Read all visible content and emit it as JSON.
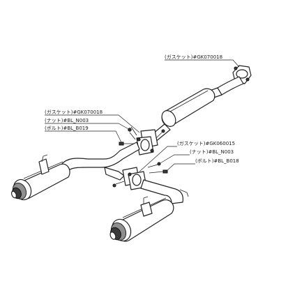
{
  "callouts": {
    "rear_gasket": "(ガスケット)#GK070018",
    "front_gasket": "(ガスケット)#GK070018",
    "front_nut": "(ナット)#BL_N003",
    "front_bolt": "(ボルト)#BL_B019",
    "center_gasket": "(ガスケット)#GK060015",
    "center_nut": "(ナット)#BL_N003",
    "center_bolt": "(ボルト)#BL_B018"
  }
}
